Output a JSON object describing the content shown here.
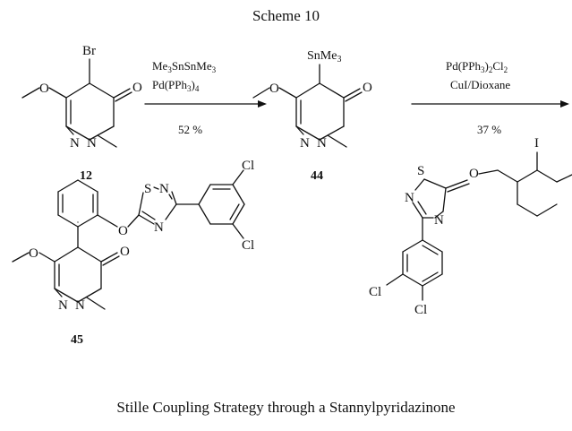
{
  "scheme_title": "Scheme 10",
  "caption": "Stille Coupling Strategy through a Stannylpyridazinone",
  "compounds": [
    {
      "number": "12",
      "atoms": {
        "br": "Br",
        "o_carbonyl": "O",
        "n1": "N",
        "n2": "N",
        "o_ether": "O"
      }
    },
    {
      "number": "44",
      "atoms": {
        "sn": "SnMe3",
        "o_carbonyl": "O",
        "n1": "N",
        "n2": "N",
        "o_ether": "O"
      }
    },
    {
      "number": "45",
      "atoms": {
        "o_ether": "O",
        "o_carbonyl": "O",
        "n1": "N",
        "n2": "N",
        "o_link": "O",
        "s": "S",
        "n3": "N",
        "n4": "N",
        "cl1": "Cl",
        "cl2": "Cl"
      }
    }
  ],
  "reagent_structure": {
    "atoms": {
      "s": "S",
      "n1": "N",
      "n2": "N",
      "o": "O",
      "i": "I",
      "cl1": "Cl",
      "cl2": "Cl"
    }
  },
  "step1": {
    "reagent1": "Me3SnSnMe3",
    "reagent2": "Pd(PPh3)4",
    "yield": "52 %"
  },
  "step2": {
    "reagent1": "Pd(PPh3)2Cl2",
    "reagent2": "CuI/Dioxane",
    "yield": "37 %"
  }
}
